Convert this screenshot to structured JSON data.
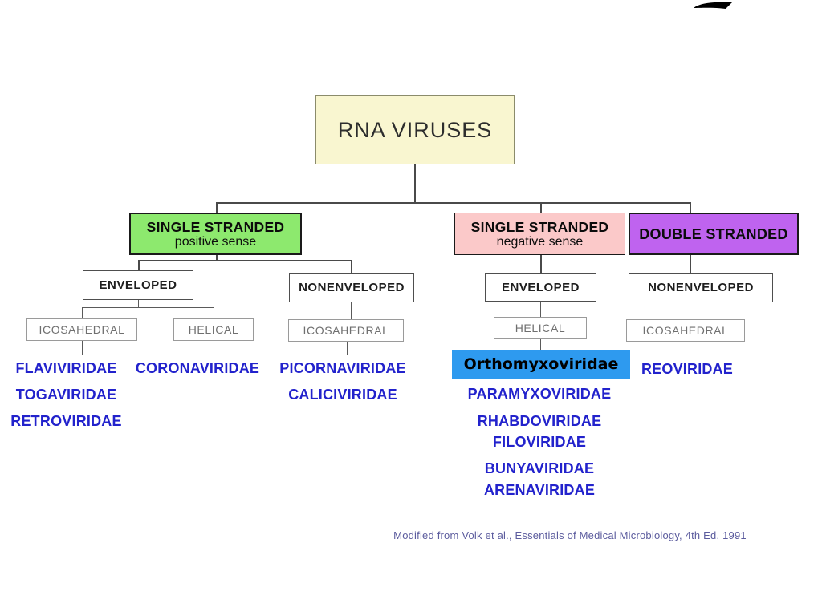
{
  "colors": {
    "root_fill": "#f9f6d0",
    "positive_fill": "#8de96e",
    "negative_fill": "#fbc9c9",
    "double_fill": "#bf63ef",
    "highlight_fill": "#2e9aef",
    "family_text": "#2222cc",
    "caption_text": "#5c5c9e"
  },
  "tree": {
    "root": {
      "label": "RNA VIRUSES"
    },
    "positive": {
      "title": "SINGLE STRANDED",
      "subtitle": "positive sense",
      "enveloped": {
        "label": "ENVELOPED",
        "icosahedral": {
          "label": "ICOSAHEDRAL",
          "families": [
            "FLAVIVIRIDAE",
            "TOGAVIRIDAE",
            "RETROVIRIDAE"
          ]
        },
        "helical": {
          "label": "HELICAL",
          "families": [
            "CORONAVIRIDAE"
          ]
        }
      },
      "nonenveloped": {
        "label": "NONENVELOPED",
        "icosahedral": {
          "label": "ICOSAHEDRAL",
          "families": [
            "PICORNAVIRIDAE",
            "CALICIVIRIDAE"
          ]
        }
      }
    },
    "negative": {
      "title": "SINGLE STRANDED",
      "subtitle": "negative sense",
      "enveloped": {
        "label": "ENVELOPED",
        "helical": {
          "label": "HELICAL",
          "highlighted_family": "Orthomyxoviridae",
          "families": [
            "PARAMYXOVIRIDAE",
            "RHABDOVIRIDAE",
            "FILOVIRIDAE",
            "BUNYAVIRIDAE",
            "ARENAVIRIDAE"
          ]
        }
      }
    },
    "double": {
      "title": "DOUBLE STRANDED",
      "nonenveloped": {
        "label": "NONENVELOPED",
        "icosahedral": {
          "label": "ICOSAHEDRAL",
          "families": [
            "REOVIRIDAE"
          ]
        }
      }
    }
  },
  "caption": "Modified from Volk et al., Essentials of Medical Microbiology, 4th Ed. 1991"
}
